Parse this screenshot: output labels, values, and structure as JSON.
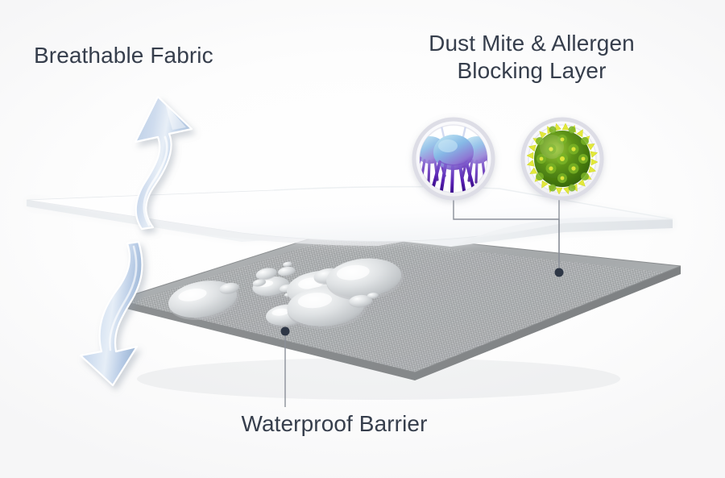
{
  "graphic": {
    "title_context": "Mattress protector layer cutaway diagram",
    "background_color": "#fbfbfc"
  },
  "labels": {
    "breathable": "Breathable Fabric",
    "allergen": "Dust Mite & Allergen\nBlocking Layer",
    "waterproof": "Waterproof Barrier",
    "text_color": "#363e4c"
  },
  "layers": {
    "top": {
      "name": "Breathable Fabric",
      "color": "#ffffff",
      "edge_color": "#e3e6e9"
    },
    "bottom": {
      "name": "Waterproof Barrier",
      "color": "#9fa2a4",
      "texture": "woven-gray",
      "edge_color": "#8b8e90"
    }
  },
  "arrows": {
    "up": {
      "name": "air-flow-up-arrow",
      "color": "#c3d5ea",
      "direction": "up"
    },
    "down": {
      "name": "air-flow-down-arrow",
      "color": "#bcd0e8",
      "direction": "down"
    }
  },
  "icons": {
    "dust_mite": {
      "name": "dust-mite-icon",
      "ring_color": "#dcdce6",
      "body_colors": [
        "#8fd2e8",
        "#7f86d8",
        "#6b2fbd",
        "#b87fd0"
      ],
      "count": 3
    },
    "pollen": {
      "name": "pollen-allergen-icon",
      "ring_color": "#dcdce6",
      "body_colors": [
        "#3e7a10",
        "#7fb827",
        "#e8e93a",
        "#c9d92a"
      ]
    }
  },
  "droplets": {
    "name": "water-droplets",
    "color": "#d7dadd",
    "count": 12
  },
  "callouts": [
    {
      "name": "callout-allergen",
      "dot_color": "#2e3746",
      "line_color": "#7b828c"
    },
    {
      "name": "callout-waterproof",
      "dot_color": "#2e3746",
      "line_color": "#7b828c"
    }
  ]
}
